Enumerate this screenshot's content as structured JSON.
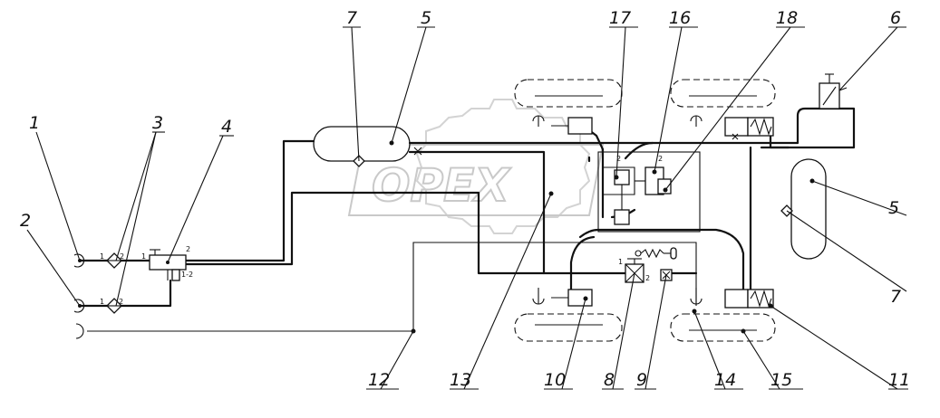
{
  "watermark": {
    "text": "OPEX"
  },
  "callouts": [
    {
      "id": "c1",
      "label": "1"
    },
    {
      "id": "c2",
      "label": "2"
    },
    {
      "id": "c3",
      "label": "3"
    },
    {
      "id": "c4",
      "label": "4"
    },
    {
      "id": "c5a",
      "label": "5"
    },
    {
      "id": "c5b",
      "label": "5"
    },
    {
      "id": "c6",
      "label": "6"
    },
    {
      "id": "c7a",
      "label": "7"
    },
    {
      "id": "c7b",
      "label": "7"
    },
    {
      "id": "c8",
      "label": "8"
    },
    {
      "id": "c9",
      "label": "9"
    },
    {
      "id": "c10",
      "label": "10"
    },
    {
      "id": "c11",
      "label": "11"
    },
    {
      "id": "c12",
      "label": "12"
    },
    {
      "id": "c13",
      "label": "13"
    },
    {
      "id": "c14",
      "label": "14"
    },
    {
      "id": "c15",
      "label": "15"
    },
    {
      "id": "c16",
      "label": "16"
    },
    {
      "id": "c17",
      "label": "17"
    },
    {
      "id": "c18",
      "label": "18"
    }
  ],
  "port_labels": {
    "filter_upper_in": "1",
    "filter_upper_out": "2",
    "filter_lower_in": "1",
    "filter_lower_out": "2",
    "valve4_in": "1",
    "valve4_out": "2",
    "valve4_exhaust": "1-2",
    "valve8_in": "1",
    "valve8_out": "2",
    "modulator_a": "2",
    "modulator_b": "2"
  }
}
